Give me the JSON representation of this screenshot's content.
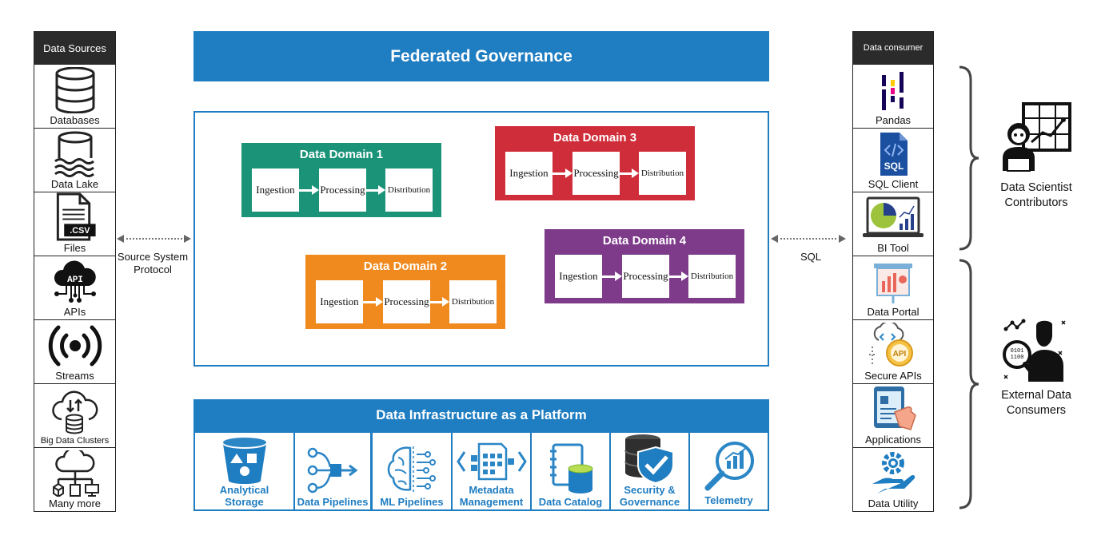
{
  "sources": {
    "header": "Data Sources",
    "items": [
      {
        "label": "Databases",
        "icon": "database-icon"
      },
      {
        "label": "Data Lake",
        "icon": "data-lake-icon"
      },
      {
        "label": "Files",
        "icon": "csv-file-icon",
        "badge": ".CSV"
      },
      {
        "label": "APIs",
        "icon": "api-cloud-icon",
        "badge": "API"
      },
      {
        "label": "Streams",
        "icon": "stream-broadcast-icon"
      },
      {
        "label": "Big Data Clusters",
        "icon": "cloud-cluster-icon"
      },
      {
        "label": "Many more",
        "icon": "cloud-network-icon"
      }
    ]
  },
  "left_connector": {
    "label_line1": "Source System",
    "label_line2": "Protocol"
  },
  "governance": {
    "title": "Federated Governance",
    "color": "#1f7dc1"
  },
  "domains": [
    {
      "title": "Data Domain 1",
      "color": "#1b9378",
      "steps": [
        "Ingestion",
        "Processing",
        "Distribution"
      ]
    },
    {
      "title": "Data Domain 2",
      "color": "#f08a1f",
      "steps": [
        "Ingestion",
        "Processing",
        "Distribution"
      ]
    },
    {
      "title": "Data Domain 3",
      "color": "#cf2d39",
      "steps": [
        "Ingestion",
        "Processing",
        "Distribution"
      ]
    },
    {
      "title": "Data Domain 4",
      "color": "#7d3b8a",
      "steps": [
        "Ingestion",
        "Processing",
        "Distribution"
      ]
    }
  ],
  "platform": {
    "title": "Data Infrastructure as a Platform",
    "items": [
      {
        "label_line1": "Analytical",
        "label_line2": "Storage",
        "icon": "analytical-storage-icon"
      },
      {
        "label_line1": "Data Pipelines",
        "label_line2": "",
        "icon": "pipeline-icon"
      },
      {
        "label_line1": "ML Pipelines",
        "label_line2": "",
        "icon": "brain-circuit-icon"
      },
      {
        "label_line1": "Metadata",
        "label_line2": "Management",
        "icon": "metadata-icon"
      },
      {
        "label_line1": "Data Catalog",
        "label_line2": "",
        "icon": "catalog-icon"
      },
      {
        "label_line1": "Security &",
        "label_line2": "Governance",
        "icon": "security-shield-icon"
      },
      {
        "label_line1": "Telemetry",
        "label_line2": "",
        "icon": "telemetry-magnifier-icon"
      }
    ]
  },
  "right_connector": {
    "label": "SQL"
  },
  "consumers": {
    "header": "Data consumer",
    "items": [
      {
        "label": "Pandas",
        "icon": "pandas-icon"
      },
      {
        "label": "SQL Client",
        "icon": "sql-client-icon",
        "badge": "SQL"
      },
      {
        "label": "BI Tool",
        "icon": "bi-tool-icon"
      },
      {
        "label": "Data Portal",
        "icon": "data-portal-icon"
      },
      {
        "label": "Secure APIs",
        "icon": "secure-api-icon",
        "badge": "API"
      },
      {
        "label": "Applications",
        "icon": "tablet-touch-icon"
      },
      {
        "label": "Data Utility",
        "icon": "gear-hand-icon"
      }
    ]
  },
  "groups": [
    {
      "label_line1": "Data Scientist",
      "label_line2": "Contributors",
      "icon": "data-scientist-icon"
    },
    {
      "label_line1": "External Data",
      "label_line2": "Consumers",
      "icon": "external-consumer-icon"
    }
  ]
}
